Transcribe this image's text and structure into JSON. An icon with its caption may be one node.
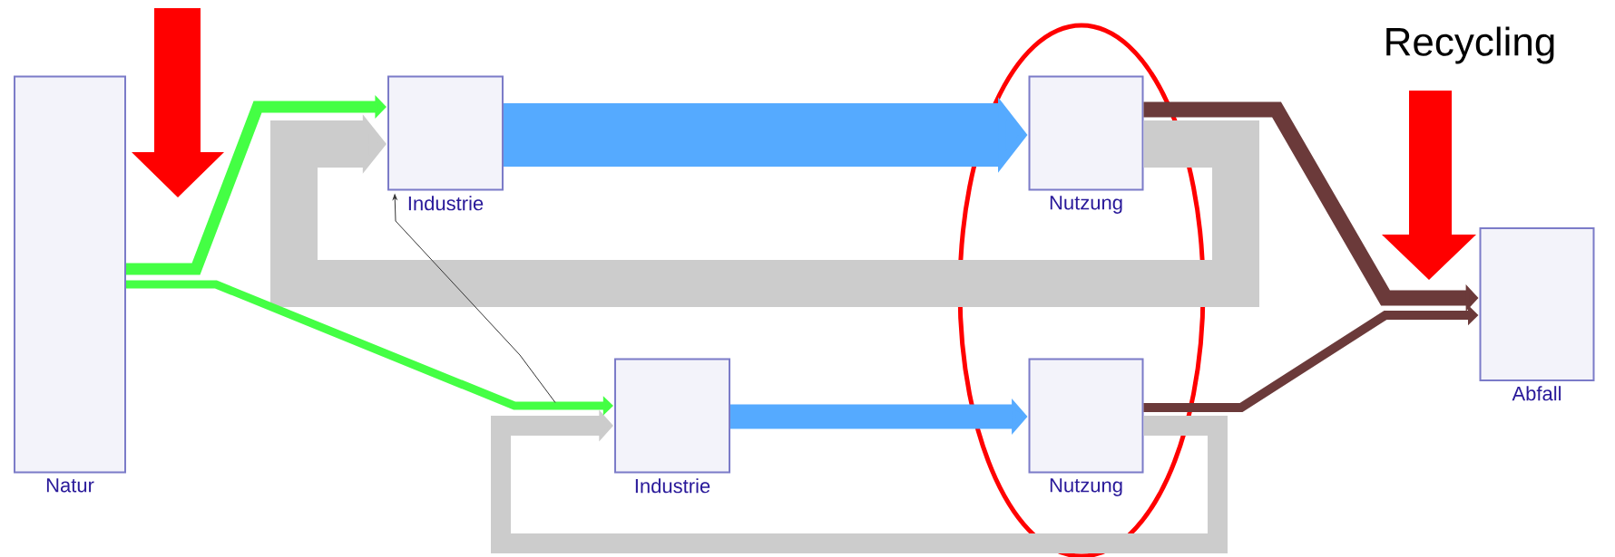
{
  "diagram": {
    "nodes": [
      {
        "text": [
          "Natur"
        ]
      },
      {
        "text": [
          "Industrie"
        ]
      },
      {
        "text": [
          "Nutzung"
        ]
      },
      {
        "text": [
          "Abfall"
        ]
      },
      {
        "text": [
          "Industrie"
        ]
      },
      {
        "text": [
          "Nutzung"
        ]
      }
    ],
    "edges": [
      {
        "from": 0,
        "to": 1,
        "arrow": "to",
        "color": "#44ff44"
      },
      {
        "from": 0,
        "to": 4,
        "arrow": "to",
        "color": "#44ff44"
      },
      {
        "from": 1,
        "to": 2,
        "arrow": "to",
        "style": "thick",
        "color": "#55aaff"
      },
      {
        "from": 4,
        "to": 5,
        "arrow": "to",
        "color": "#55aaff"
      },
      {
        "from": 2,
        "to": 3,
        "arrow": "to",
        "color": "#6b3a3a"
      },
      {
        "from": 5,
        "to": 3,
        "arrow": "to",
        "color": "#6b3a3a"
      },
      {
        "from": 2,
        "to": 1,
        "arrow": "to",
        "style": "thick",
        "color": "#cccccc"
      },
      {
        "from": 5,
        "to": 4,
        "arrow": "to",
        "color": "#cccccc"
      },
      {
        "from": 4,
        "to": 1,
        "arrow": "to",
        "color": "#333333"
      }
    ],
    "labels": [
      "Recycling"
    ]
  }
}
